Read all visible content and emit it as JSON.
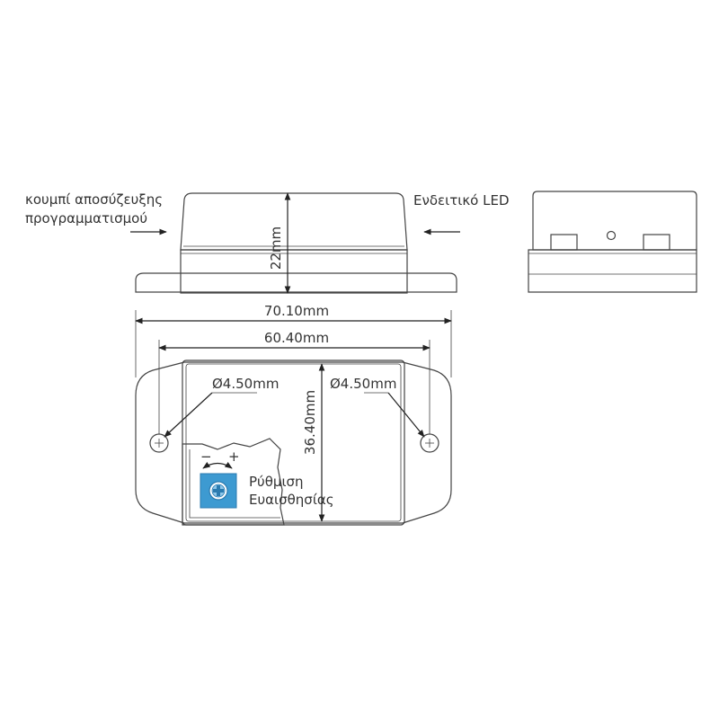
{
  "labels": {
    "unlock_button": [
      "κουμπί αποσύζευξης",
      "προγραμματισμού"
    ],
    "indicator_led": "Ενδειτικό LED",
    "sensitivity": [
      "Ρύθμιση",
      "Ευαισθησίας"
    ],
    "minus": "−",
    "plus": "+"
  },
  "dimensions": {
    "height": "22mm",
    "overall_length": "70.10mm",
    "hole_spacing": "60.40mm",
    "hole_left": "Ø4.50mm",
    "hole_right": "Ø4.50mm",
    "body_width": "36.40mm"
  },
  "colors": {
    "line": "#444444",
    "text": "#333333",
    "potentiometer": "#3d9ad1"
  }
}
